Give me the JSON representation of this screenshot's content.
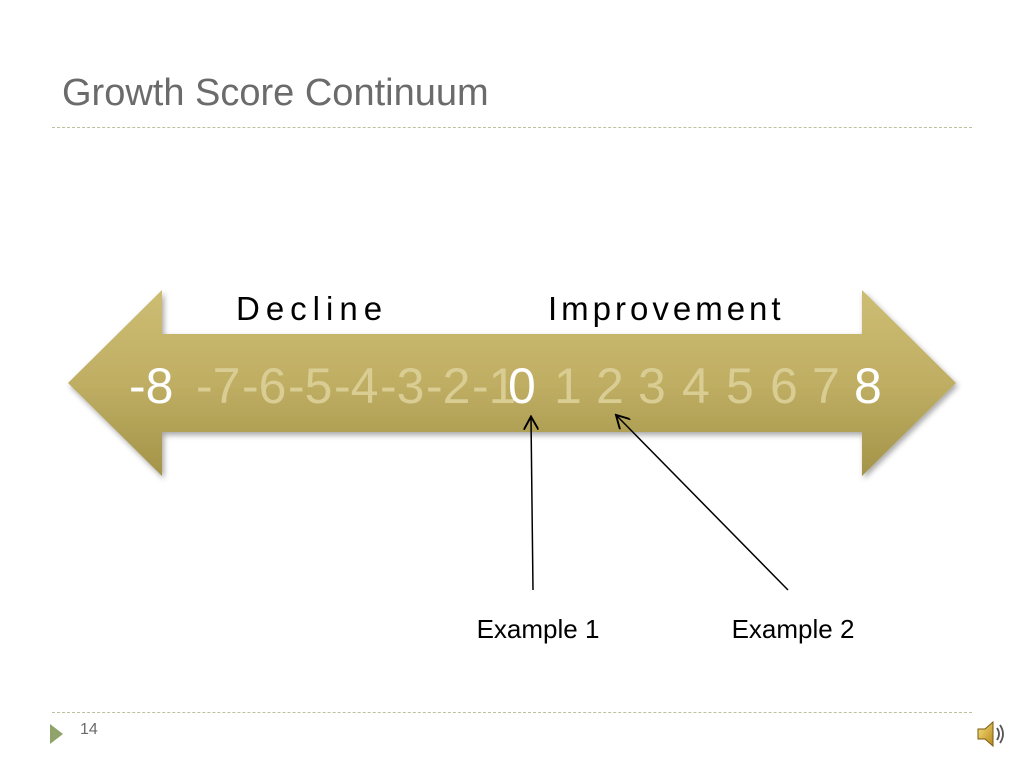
{
  "slide": {
    "title": "Growth Score Continuum",
    "page_number": "14"
  },
  "continuum": {
    "left_label": "Decline",
    "right_label": "Improvement",
    "scale": [
      "-8",
      "-7",
      "-6",
      "-5",
      "-4",
      "-3",
      "-2",
      "-1",
      "0",
      "1",
      "2",
      "3",
      "4",
      "5",
      "6",
      "7",
      "8"
    ],
    "highlighted": [
      "-8",
      "0",
      "8"
    ]
  },
  "examples": [
    {
      "label": "Example 1",
      "points_to": "0"
    },
    {
      "label": "Example 2",
      "points_to": "2"
    }
  ],
  "colors": {
    "arrow_gold": "#bfae63",
    "arrow_gold_dark": "#a39449",
    "faint_number": "#d9cd94",
    "highlight_number": "#ffffff",
    "title_gray": "#6b6b6b",
    "accent_green": "#8fa36b"
  },
  "icons": {
    "footer_bullet": "triangle-right-icon",
    "audio": "speaker-icon"
  }
}
